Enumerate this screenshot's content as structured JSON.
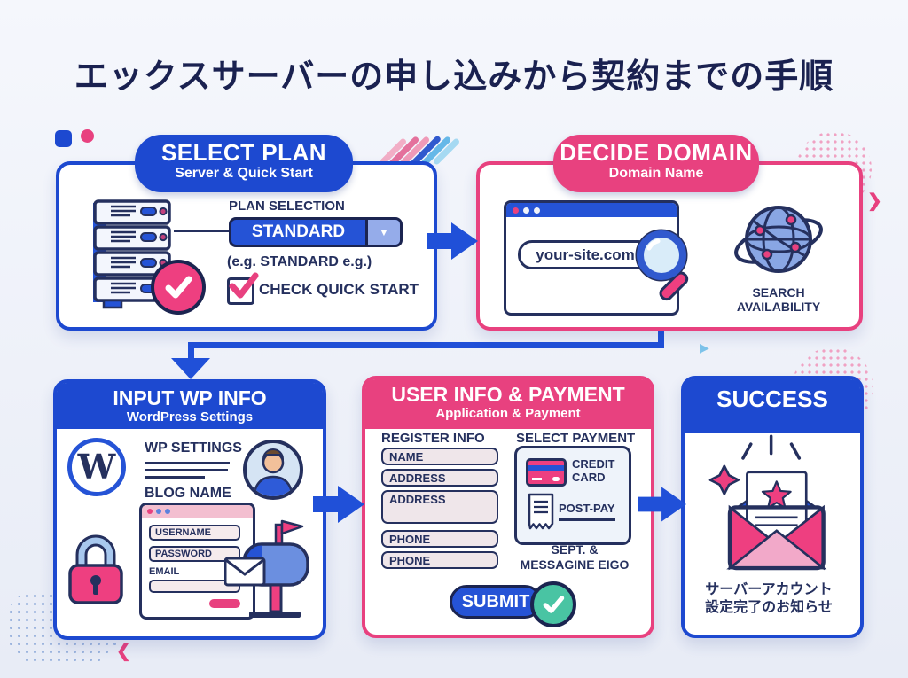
{
  "title": "エックスサーバーの申し込みから契約までの手順",
  "colors": {
    "blue": "#1d49d0",
    "pink": "#e8417f",
    "navy": "#25305e",
    "teal": "#49c4a3"
  },
  "icons": {
    "dropdown_arrow": "▼",
    "chevron_right": "❯",
    "chevron_left": "❮",
    "triangle_right": "▶",
    "wordpress_letter": "W"
  },
  "steps": {
    "select_plan": {
      "title": "SELECT PLAN",
      "subtitle": "Server & Quick Start",
      "plan_selection_label": "PLAN SELECTION",
      "dropdown_value": "STANDARD",
      "dropdown_hint": "(e.g. STANDARD e.g.)",
      "checkbox_label": "CHECK QUICK START"
    },
    "decide_domain": {
      "title": "DECIDE DOMAIN",
      "subtitle": "Domain Name",
      "url_value": "your-site.com",
      "search_line1": "SEARCH",
      "search_line2": "AVAILABILITY"
    },
    "input_wp_info": {
      "title": "INPUT WP INFO",
      "subtitle": "WordPress Settings",
      "wp_settings_label": "WP SETTINGS",
      "blog_name_label": "BLOG NAME",
      "username_field": "USERNAME",
      "password_field": "PASSWORD",
      "email_label": "EMAIL"
    },
    "user_info_payment": {
      "title": "USER INFO & PAYMENT",
      "subtitle": "Application & Payment",
      "register_label": "REGISTER INFO",
      "register_fields": [
        "NAME",
        "ADDRESS",
        "ADDRESS",
        "PHONE",
        "PHONE"
      ],
      "payment_label": "SELECT PAYMENT",
      "credit_card_line1": "CREDIT",
      "credit_card_line2": "CARD",
      "postpay_label": "POST-PAY",
      "note_line1": "SEPT. &",
      "note_line2": "MESSAGINE EIGO",
      "submit_label": "SUBMIT"
    },
    "success": {
      "title": "SUCCESS",
      "note_line1": "サーバーアカウント",
      "note_line2": "設定完了のお知らせ"
    }
  }
}
